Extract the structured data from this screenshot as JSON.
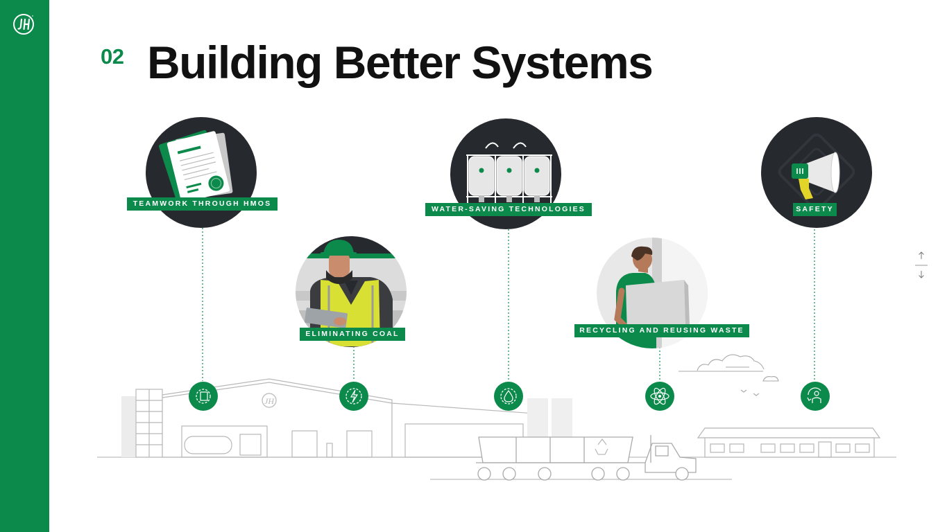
{
  "brand": {
    "logo_text": "JH",
    "accent": "#0b8a4b",
    "dark": "#26292e"
  },
  "header": {
    "number": "02",
    "title": "Building Better Systems"
  },
  "features": [
    {
      "label": "TEAMWORK THROUGH HMOS",
      "icon": "document-icon",
      "marker_icon": "gear-building-icon"
    },
    {
      "label": "ELIMINATING COAL",
      "icon": "worker-icon",
      "marker_icon": "gear-bolt-icon"
    },
    {
      "label": "WATER-SAVING TECHNOLOGIES",
      "icon": "water-tanks-icon",
      "marker_icon": "gear-droplet-icon"
    },
    {
      "label": "RECYCLING AND REUSING WASTE",
      "icon": "worker-carrying-board-icon",
      "marker_icon": "atom-icon"
    },
    {
      "label": "SAFETY",
      "icon": "megaphone-icon",
      "marker_icon": "safety-person-icon"
    }
  ],
  "navigation": {
    "up": "↑",
    "down": "↓"
  }
}
